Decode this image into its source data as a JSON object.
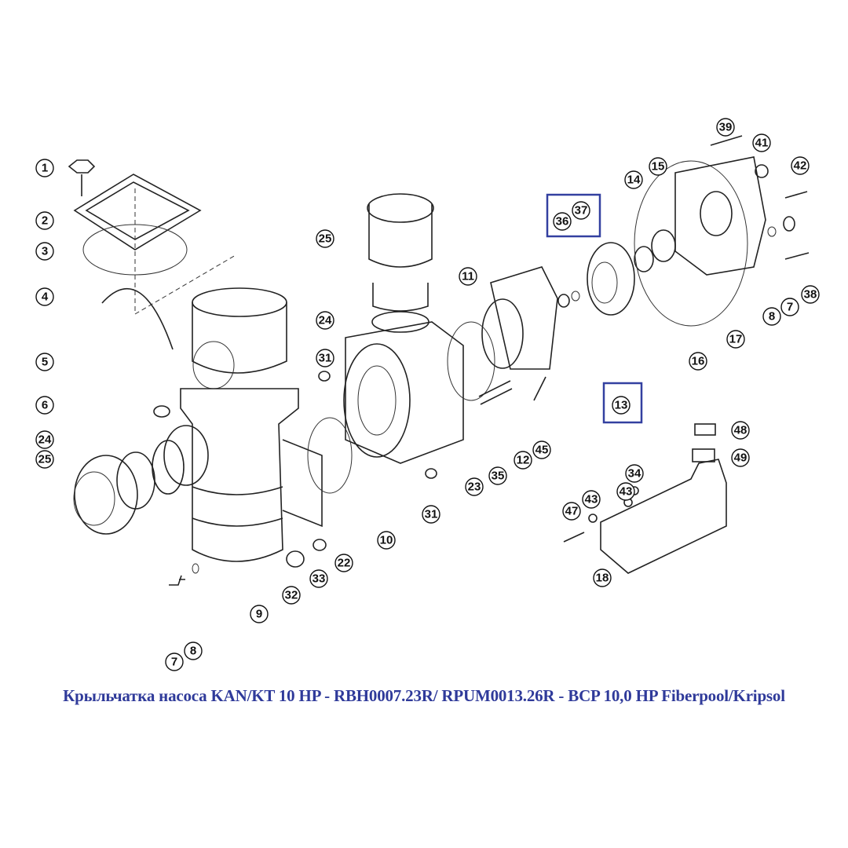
{
  "caption": "Крыльчатка насоса KAN/KT 10 HP - RBH0007.23R/ RPUM0013.26R - BCP 10,0 HP Fiberpool/Kripsol",
  "highlight_color": "#3340a0",
  "callouts": [
    "1",
    "2",
    "3",
    "4",
    "5",
    "6",
    "24",
    "25",
    "7",
    "8",
    "9",
    "32",
    "33",
    "22",
    "10",
    "31",
    "31",
    "25",
    "24",
    "11",
    "23",
    "35",
    "12",
    "45",
    "36",
    "37",
    "13",
    "14",
    "15",
    "39",
    "41",
    "42",
    "16",
    "17",
    "8",
    "7",
    "38",
    "48",
    "49",
    "34",
    "43",
    "43",
    "47",
    "18"
  ],
  "highlighted_parts": [
    "36",
    "37",
    "13"
  ]
}
